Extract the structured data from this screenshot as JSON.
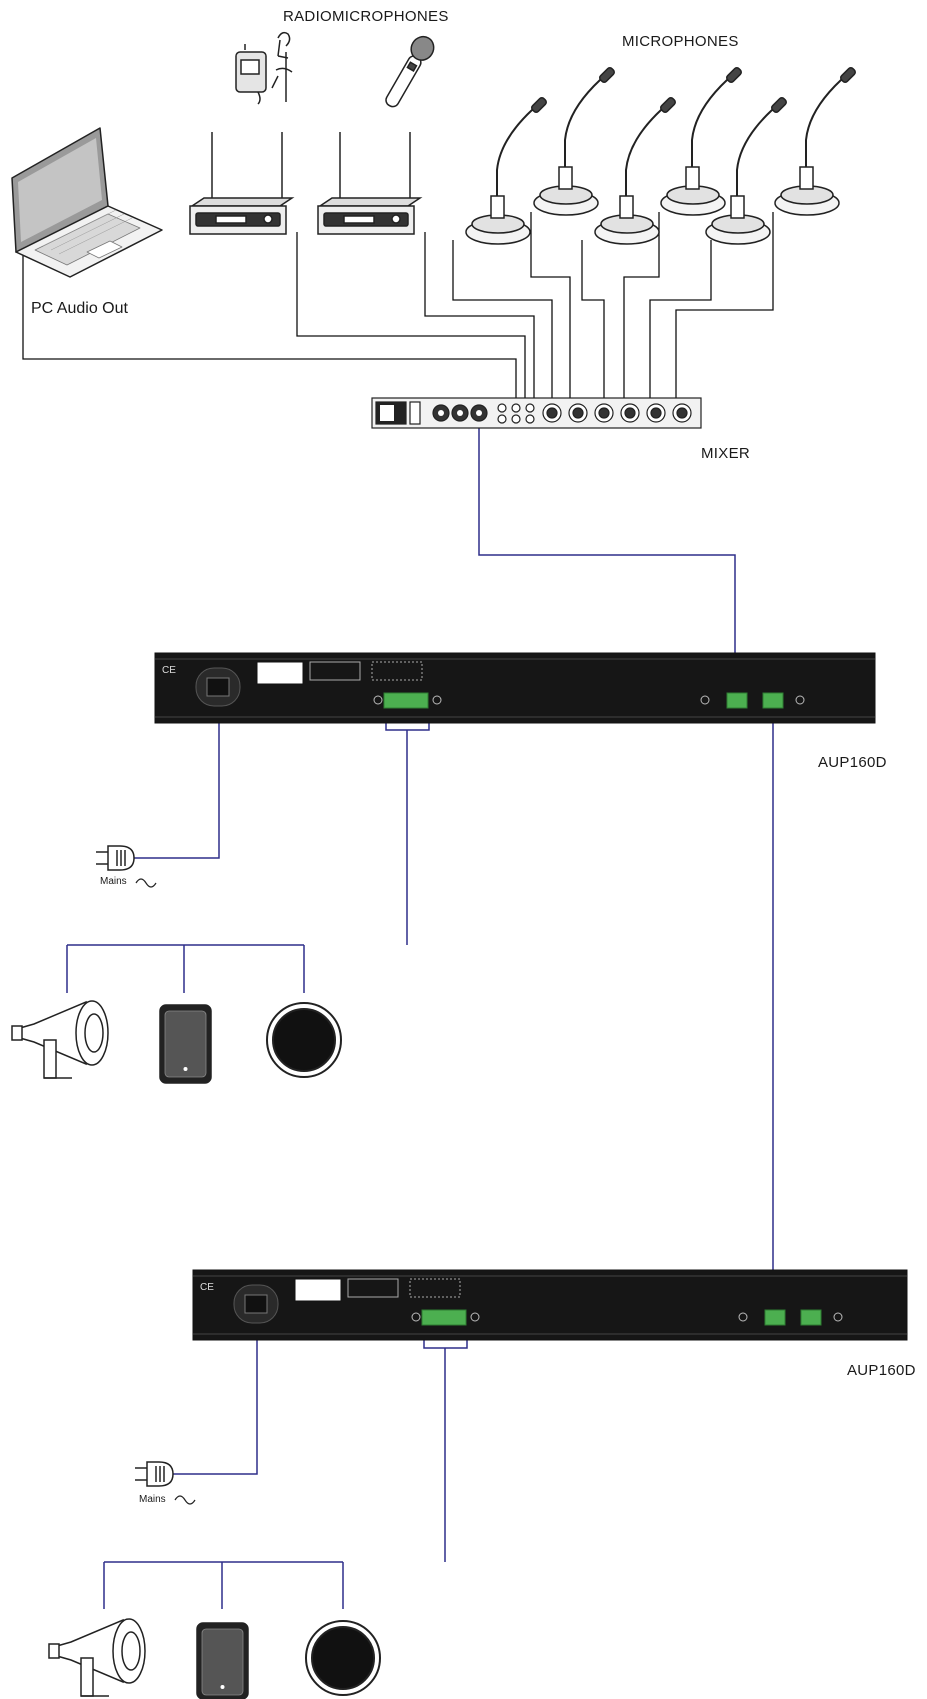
{
  "labels": {
    "radiomicrophones": "RADIOMICROPHONES",
    "microphones": "MICROPHONES",
    "pc_audio_out": "PC Audio Out",
    "mixer": "MIXER",
    "amp1": "AUP160D",
    "amp2": "AUP160D",
    "mains1": "Mains",
    "mains2": "Mains"
  },
  "colors": {
    "signal_line": "#2e2e8a",
    "black_line": "#111111",
    "panel": "#161616",
    "terminal": "#4caf50"
  },
  "icons": [
    "laptop-icon",
    "bodypack-transmitter-icon",
    "headset-mic-icon",
    "handheld-mic-icon",
    "wireless-receiver-icon",
    "gooseneck-mic-icon",
    "mixer-icon",
    "amplifier-icon",
    "mains-plug-icon",
    "horn-speaker-icon",
    "box-speaker-icon",
    "ceiling-speaker-icon"
  ]
}
